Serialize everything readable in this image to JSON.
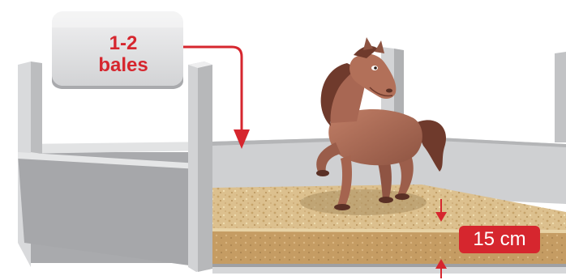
{
  "bale": {
    "line1": "1-2",
    "line2": "bales"
  },
  "depth": {
    "label": "15 cm"
  },
  "colors": {
    "accent": "#d6262e",
    "wall": "#c9cacc",
    "bedding": "#d8b985",
    "horse": "#a86753",
    "mane": "#6f3a2c"
  }
}
